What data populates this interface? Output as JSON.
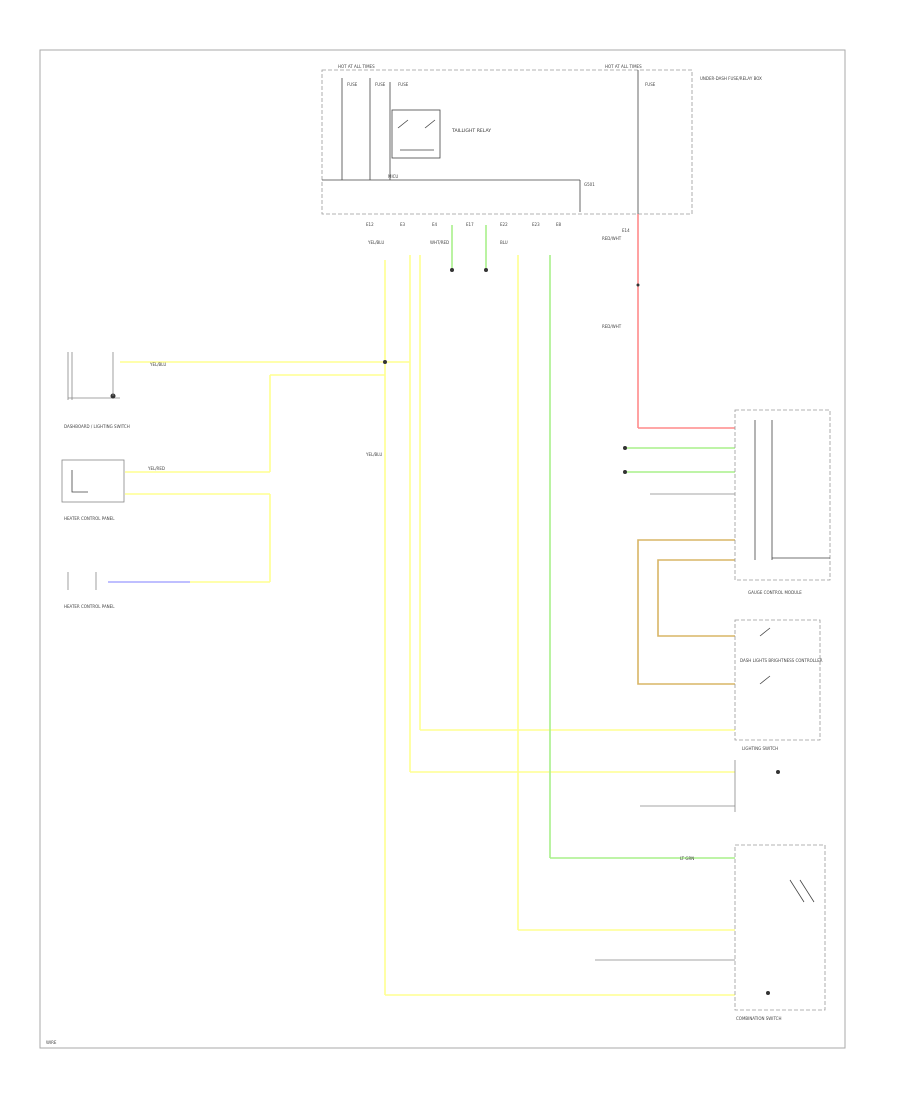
{
  "diagram": {
    "fuse_box_left_label": "HOT AT ALL TIMES",
    "fuse_box_right_label": "HOT AT ALL TIMES",
    "fuse_box_name_label": "UNDER-DASH FUSE/RELAY BOX",
    "fuse_labels": [
      "FUSE",
      "FUSE",
      "FUSE",
      "FUSE"
    ],
    "relay_label": "TAILLIGHT RELAY",
    "ecu_label": "MICU",
    "pin_labels": [
      "E12",
      "E3",
      "E4",
      "E17",
      "E22",
      "E23",
      "E8",
      "E14"
    ],
    "wire_labels": [
      "YEL/BLU",
      "YEL/BLU",
      "YEL/RED",
      "WHT/RED",
      "BLU",
      "LT GRN",
      "RED/WHT",
      "RED/WHT"
    ],
    "ground_label": "G501",
    "junction_label": "YEL/BLU",
    "components": {
      "left_top": "DASHBOARD / LIGHTING SWITCH",
      "left_mid": "HEATER CONTROL PANEL",
      "left_bot": "HEATER CONTROL PANEL",
      "instrument": "GAUGE CONTROL MODULE",
      "dimmer": "DASH LIGHTS BRIGHTNESS CONTROLLER",
      "lamp_switch": "LIGHTING SWITCH",
      "combo_switch": "COMBINATION SWITCH"
    },
    "bottom_label": "WIRE"
  }
}
